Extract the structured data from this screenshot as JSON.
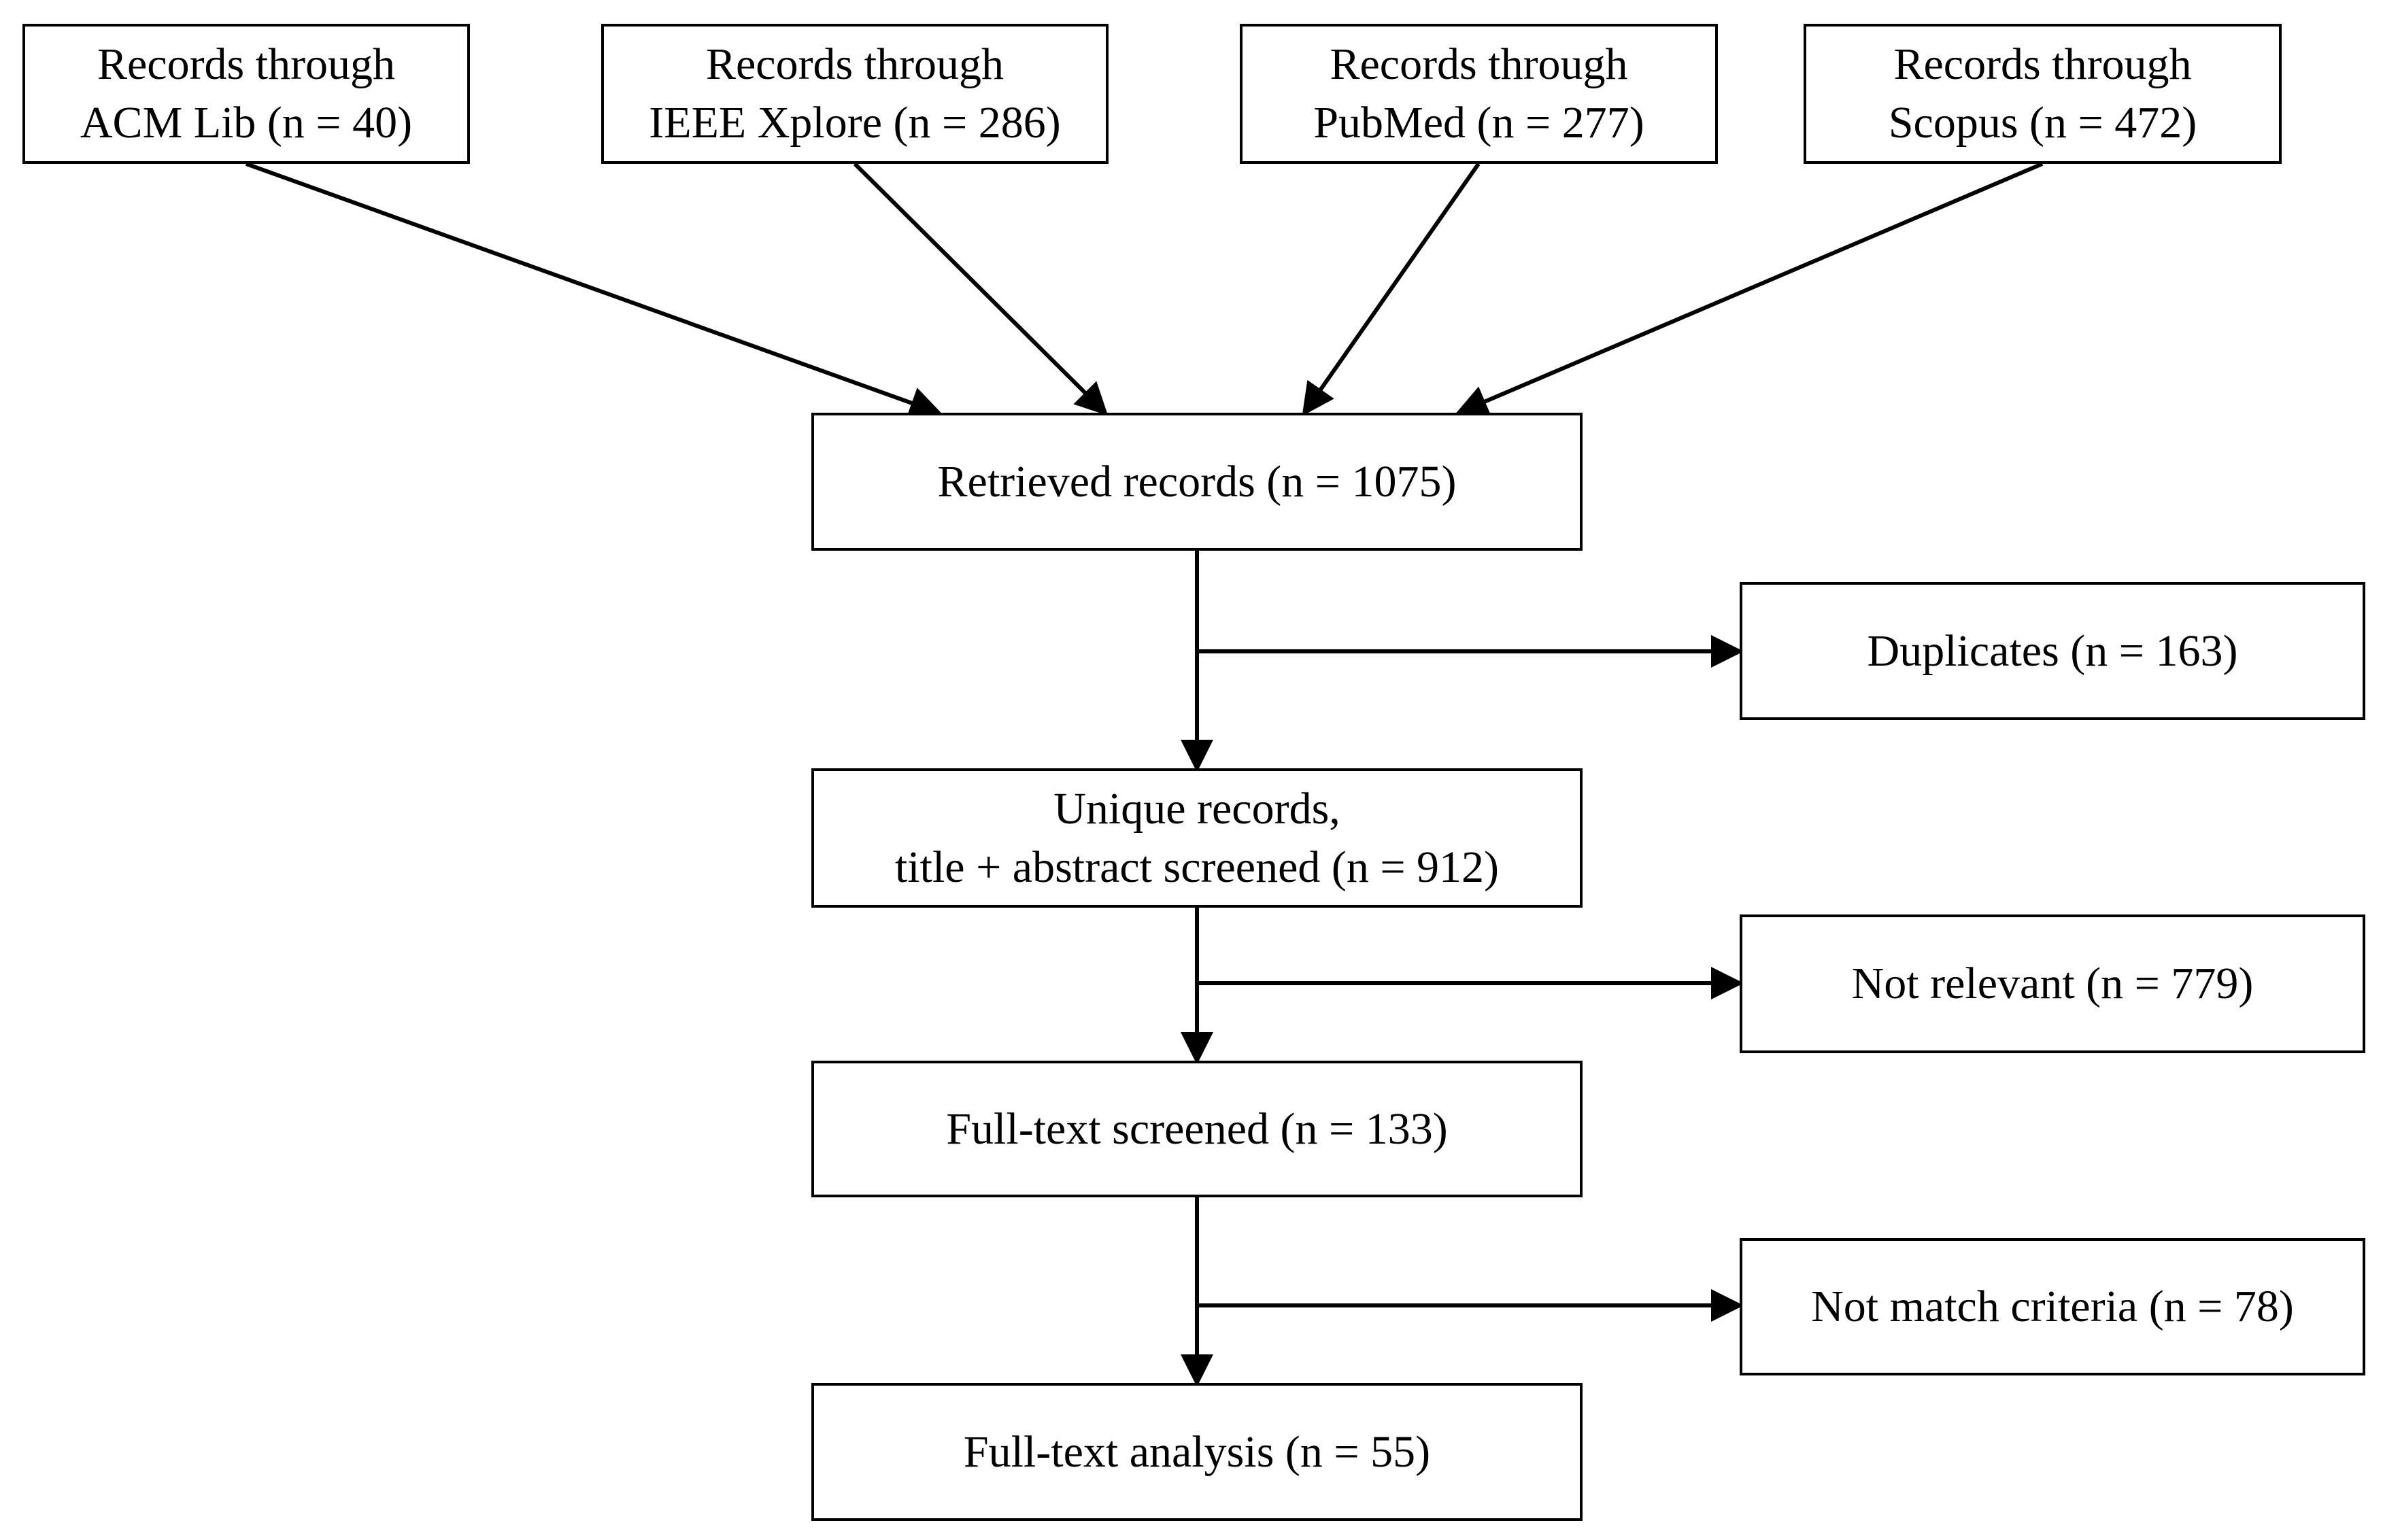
{
  "diagram": {
    "colors": {
      "stroke": "#000000",
      "fill": "#ffffff",
      "text": "#000000"
    },
    "sources": [
      {
        "id": "acm",
        "lines": [
          "Records through",
          "ACM Lib (n = 40)"
        ]
      },
      {
        "id": "ieee",
        "lines": [
          "Records through",
          "IEEE Xplore (n = 286)"
        ]
      },
      {
        "id": "pubmed",
        "lines": [
          "Records through",
          "PubMed (n = 277)"
        ]
      },
      {
        "id": "scopus",
        "lines": [
          "Records through",
          "Scopus (n = 472)"
        ]
      }
    ],
    "retrieved": {
      "lines": [
        "Retrieved records (n = 1075)"
      ]
    },
    "duplicates": {
      "lines": [
        "Duplicates (n = 163)"
      ]
    },
    "unique": {
      "lines": [
        "Unique records,",
        "title + abstract screened (n = 912)"
      ]
    },
    "not_relevant": {
      "lines": [
        "Not relevant (n = 779)"
      ]
    },
    "fulltext_screened": {
      "lines": [
        "Full-text screened (n = 133)"
      ]
    },
    "not_match": {
      "lines": [
        "Not match criteria (n = 78)"
      ]
    },
    "fulltext_analysis": {
      "lines": [
        "Full-text analysis (n = 55)"
      ]
    }
  }
}
